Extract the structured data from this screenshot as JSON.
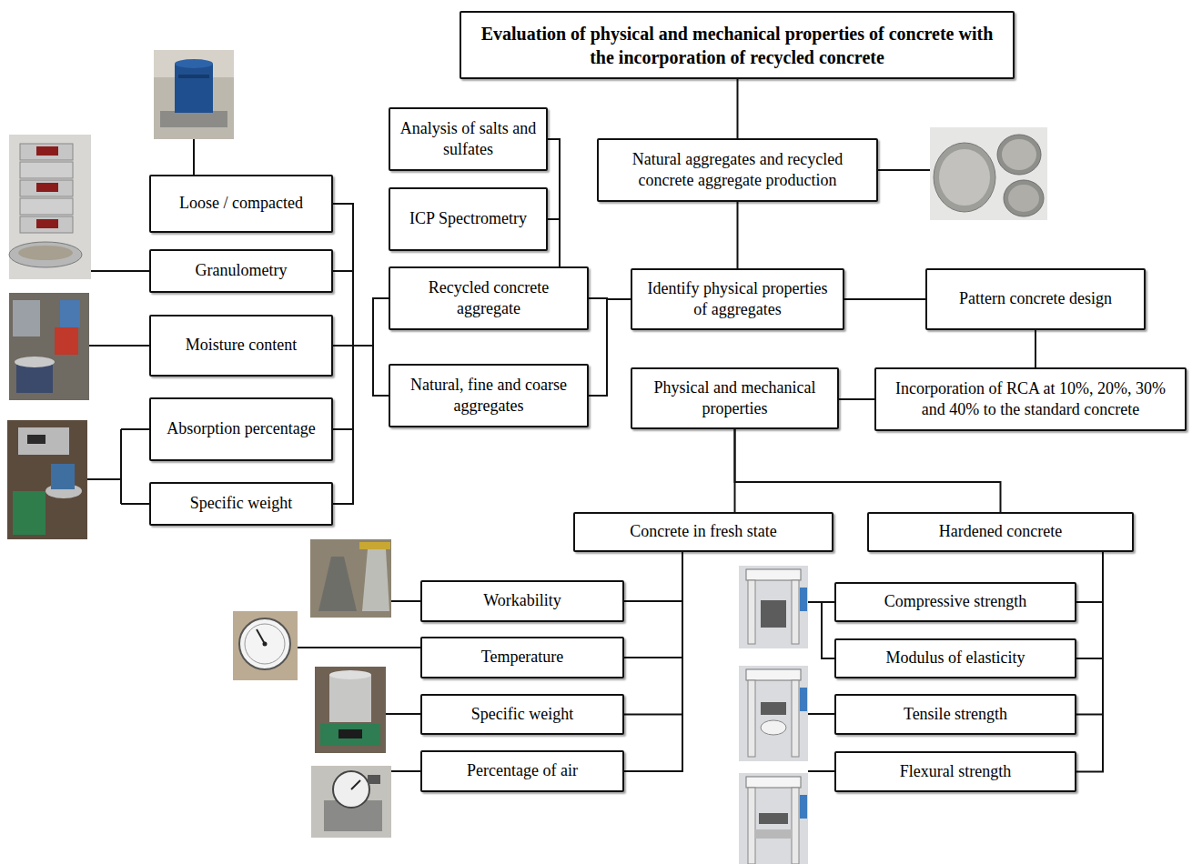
{
  "diagram": {
    "nodes": [
      {
        "text": [
          "Evaluation of physical and mechanical properties of concrete with the incorporation of recycled concrete"
        ]
      },
      {
        "text": [
          "Natural aggregates and recycled concrete aggregate production"
        ]
      },
      {
        "text": [
          "Analysis of salts and sulfates"
        ]
      },
      {
        "text": [
          "ICP Spectrometry"
        ]
      },
      {
        "text": [
          "Loose / compacted"
        ]
      },
      {
        "text": [
          "Granulometry"
        ]
      },
      {
        "text": [
          "Moisture content"
        ]
      },
      {
        "text": [
          "Recycled concrete aggregate"
        ]
      },
      {
        "text": [
          "Identify physical properties of aggregates"
        ]
      },
      {
        "text": [
          "Pattern concrete design"
        ]
      },
      {
        "text": [
          "Absorption percentage"
        ]
      },
      {
        "text": [
          "Natural, fine and coarse aggregates"
        ]
      },
      {
        "text": [
          "Physical and mechanical properties"
        ]
      },
      {
        "text": [
          "Incorporation of RCA at 10%, 20%, 30% and 40% to the standard concrete"
        ]
      },
      {
        "text": [
          "Specific weight"
        ]
      },
      {
        "text": [
          "Concrete in fresh state"
        ]
      },
      {
        "text": [
          "Hardened concrete"
        ]
      },
      {
        "text": [
          "Workability"
        ]
      },
      {
        "text": [
          "Temperature"
        ]
      },
      {
        "text": [
          "Specific weight"
        ]
      },
      {
        "text": [
          "Percentage of air"
        ]
      },
      {
        "text": [
          "Compressive strength"
        ]
      },
      {
        "text": [
          "Modulus of elasticity"
        ]
      },
      {
        "text": [
          "Tensile strength"
        ]
      },
      {
        "text": [
          "Flexural strength"
        ]
      }
    ],
    "edges": [
      {
        "from": 0,
        "to": 1,
        "arrow": "none"
      },
      {
        "from": 1,
        "to": 8,
        "arrow": "none"
      },
      {
        "from": 2,
        "to": 7,
        "arrow": "none"
      },
      {
        "from": 3,
        "to": 7,
        "arrow": "none"
      },
      {
        "from": 4,
        "to": 7,
        "arrow": "none"
      },
      {
        "from": 4,
        "to": 11,
        "arrow": "none"
      },
      {
        "from": 5,
        "to": 7,
        "arrow": "none"
      },
      {
        "from": 5,
        "to": 11,
        "arrow": "none"
      },
      {
        "from": 6,
        "to": 7,
        "arrow": "none"
      },
      {
        "from": 6,
        "to": 11,
        "arrow": "none"
      },
      {
        "from": 10,
        "to": 7,
        "arrow": "none"
      },
      {
        "from": 10,
        "to": 11,
        "arrow": "none"
      },
      {
        "from": 14,
        "to": 7,
        "arrow": "none"
      },
      {
        "from": 14,
        "to": 11,
        "arrow": "none"
      },
      {
        "from": 7,
        "to": 8,
        "arrow": "none"
      },
      {
        "from": 11,
        "to": 8,
        "arrow": "none"
      },
      {
        "from": 8,
        "to": 9,
        "arrow": "none"
      },
      {
        "from": 9,
        "to": 13,
        "arrow": "none"
      },
      {
        "from": 13,
        "to": 12,
        "arrow": "none"
      },
      {
        "from": 12,
        "to": 15,
        "arrow": "none"
      },
      {
        "from": 12,
        "to": 16,
        "arrow": "none"
      },
      {
        "from": 15,
        "to": 17,
        "arrow": "none"
      },
      {
        "from": 15,
        "to": 18,
        "arrow": "none"
      },
      {
        "from": 15,
        "to": 19,
        "arrow": "none"
      },
      {
        "from": 15,
        "to": 20,
        "arrow": "none"
      },
      {
        "from": 16,
        "to": 21,
        "arrow": "none"
      },
      {
        "from": 16,
        "to": 22,
        "arrow": "none"
      },
      {
        "from": 16,
        "to": 23,
        "arrow": "none"
      },
      {
        "from": 16,
        "to": 24,
        "arrow": "none"
      }
    ]
  }
}
